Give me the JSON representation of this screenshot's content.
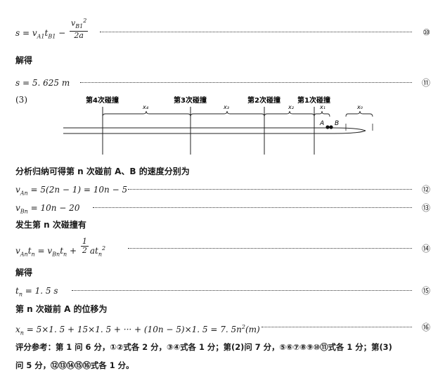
{
  "lines": {
    "eq10_lhs": "s = v",
    "eq10_sub1": "A1",
    "eq10_t": "t",
    "eq10_sub2": "B1",
    "eq10_minus": " −",
    "eq10_num": "v",
    "eq10_num_sub": "B1",
    "eq10_num_sup": "2",
    "eq10_den": "2a",
    "eq10_no": "⑩",
    "label_jiede_1": "解得",
    "eq11_text": "s = 5. 625 m",
    "eq11_no": "⑪",
    "part3": "(3)",
    "analysis_text": "分析归纳可得第 n 次碰前 A、B 的速度分别为",
    "eq12_text": "v",
    "eq12_sub": "An",
    "eq12_rest": " = 5(2n − 1) = 10n − 5",
    "eq12_no": "⑫",
    "eq13_text": "v",
    "eq13_sub": "Bn",
    "eq13_rest": " = 10n − 20",
    "eq13_no": "⑬",
    "collision_text": "发生第 n 次碰撞有",
    "eq14_a": "v",
    "eq14_a_sub": "An",
    "eq14_b": "t",
    "eq14_b_sub": "n",
    "eq14_eq": " = v",
    "eq14_c_sub": "Bn",
    "eq14_d": "t",
    "eq14_d_sub": "n",
    "eq14_plus": " + ",
    "eq14_frac_top": "1",
    "eq14_frac_bot": "2",
    "eq14_at": "at",
    "eq14_at_sub": "n",
    "eq14_at_sup": "2",
    "eq14_no": "⑭",
    "label_jiede_2": "解得",
    "eq15_text": "t",
    "eq15_sub": "n",
    "eq15_rest": " = 1. 5 s",
    "eq15_no": "⑮",
    "disp_text": "第 n 次碰前 A 的位移为",
    "eq16_x": "x",
    "eq16_sub": "n",
    "eq16_rest": " = 5×1. 5 + 15×1. 5 + ··· + (10n − 5)×1. 5 = 7. 5n",
    "eq16_sup": "2",
    "eq16_unit": "(m)",
    "eq16_no": "⑯",
    "scoring_1": "评分参考：第 1 问 6 分，①②式各 2 分，③④式各 1 分；第(2)问 7 分，⑤⑥⑦⑧⑨⑩⑪式各 1 分；第(3)",
    "scoring_2": "问 5 分，⑫⑬⑭⑮⑯式各 1 分。"
  },
  "diagram": {
    "labels": {
      "c4": "第4次碰撞",
      "c3": "第3次碰撞",
      "c2": "第2次碰撞",
      "c1": "第1次碰撞",
      "x4": "x₄",
      "x3": "x₃",
      "x2": "x₂",
      "x1": "x₁",
      "x0": "x₀",
      "A": "A",
      "B": "B"
    }
  }
}
